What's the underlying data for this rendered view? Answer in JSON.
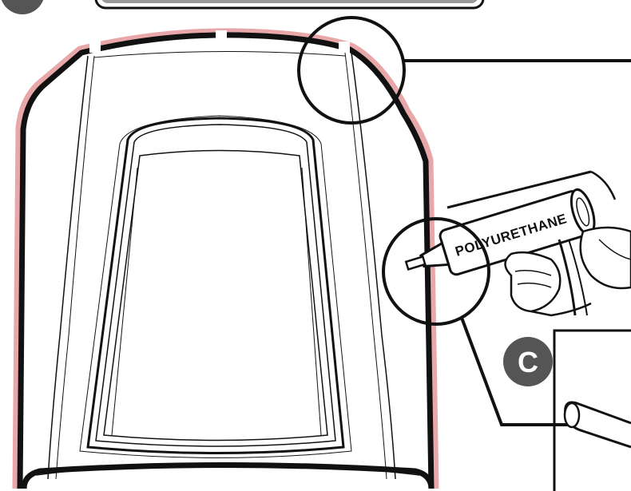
{
  "figure": {
    "caulk_tube_label": "POLYURETHANE",
    "step_badge_letter": "C"
  },
  "colors": {
    "outline": "#111111",
    "seal_edge": "#e8a8aa",
    "badge_fill": "#555555",
    "badge_text": "#ffffff",
    "background": "#ffffff"
  },
  "icons": [
    "hood-panel",
    "detail-circle",
    "caulk-gun-icon",
    "step-badge"
  ]
}
